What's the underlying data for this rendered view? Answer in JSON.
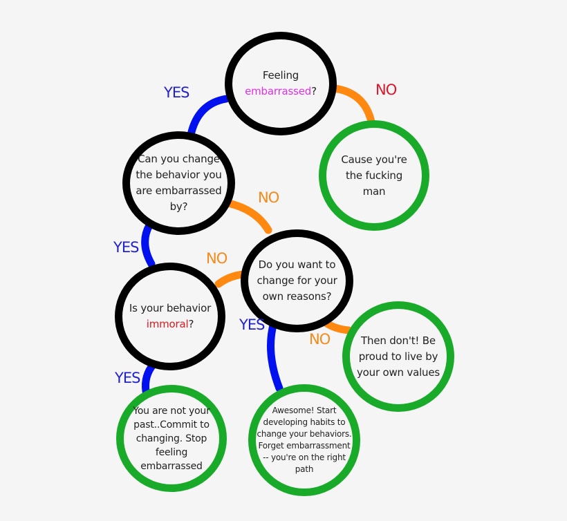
{
  "colors": {
    "background": "#f5f5f5",
    "question_border": "#000000",
    "answer_border": "#1aaa2a",
    "yes_connector": "#0010ee",
    "no_connector": "#ff8810",
    "yes_label": "#2222cc",
    "no_label": "#f48a1a",
    "no_label_top": "#e0142a",
    "highlight_embarrassed": "#e030e8",
    "highlight_immoral": "#e01820"
  },
  "nodes": {
    "feeling_embarrassed": {
      "line1": "Feeling",
      "highlight": "embarrassed",
      "suffix": "?"
    },
    "can_you_change": {
      "line1": "Can you change",
      "line2": "the behavior you",
      "line3": "are embarrassed",
      "line4": "by?"
    },
    "cause_youre_the_man": {
      "line1": "Cause you're",
      "line2": "the fucking",
      "line3": "man"
    },
    "want_to_change": {
      "line1": "Do you want to",
      "line2": "change for your",
      "line3": "own reasons?"
    },
    "is_immoral": {
      "line1": "Is your behavior",
      "highlight": "immoral",
      "suffix": "?"
    },
    "then_dont": {
      "line1": "Then don't!  Be",
      "line2": "proud to live by",
      "line3": "your own values"
    },
    "not_your_past": {
      "line1": "You are not your",
      "line2": "past..Commit to",
      "line3": "changing. Stop feeling",
      "line4": "embarrassed"
    },
    "awesome": {
      "line1": "Awesome!  Start",
      "line2": "developing habits to",
      "line3": "change your behaviors.",
      "line4": "Forget embarrassment",
      "line5": "-- you're on the right",
      "line6": "path"
    }
  },
  "labels": {
    "yes_1": "YES",
    "no_1": "NO",
    "no_2": "NO",
    "yes_2": "YES",
    "no_3": "NO",
    "yes_3": "YES",
    "no_4": "NO",
    "yes_4": "YES"
  }
}
